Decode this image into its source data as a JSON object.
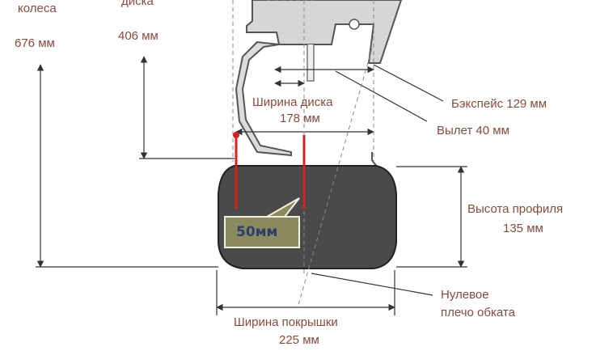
{
  "labels": {
    "wheel_diameter_title": "колеса",
    "wheel_diameter_value": "676 мм",
    "rim_diameter_title": "диска",
    "rim_diameter_value": "406 мм",
    "rim_width_title": "Ширина диска",
    "rim_width_value": "178 мм",
    "backspace": "Бэкспейс 129 мм",
    "offset": "Вылет 40 мм",
    "profile_height_title": "Высота профиля",
    "profile_height_value": "135 мм",
    "zero_scrub_line1": "Нулевое",
    "zero_scrub_line2": "плечо обката",
    "tire_width_title": "Ширина покрышки",
    "tire_width_value": "225 мм",
    "callout": "50мм"
  },
  "colors": {
    "label_text": "#8a4a3a",
    "tire_fill": "#4a4a4a",
    "red_marker": "#d9201f",
    "callout_fill": "#8a8a5e",
    "callout_text": "#2b3f6e"
  }
}
